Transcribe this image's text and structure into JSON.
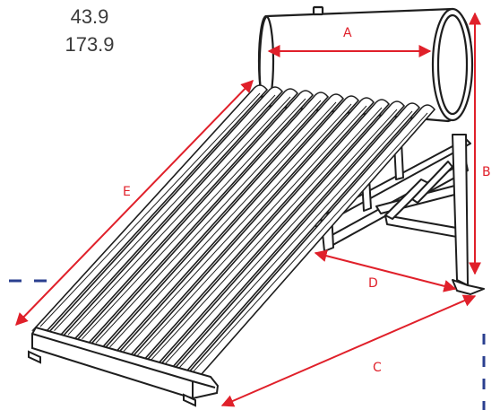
{
  "readouts": [
    "43.9",
    "173.9"
  ],
  "dimensions": {
    "A": "A",
    "B": "B",
    "C": "C",
    "D": "D",
    "E": "E"
  },
  "colors": {
    "dimension": "#e0202a",
    "outline": "#1e1e1e",
    "guide": "#2a3f8f",
    "readout_text": "#3a3a3a"
  }
}
